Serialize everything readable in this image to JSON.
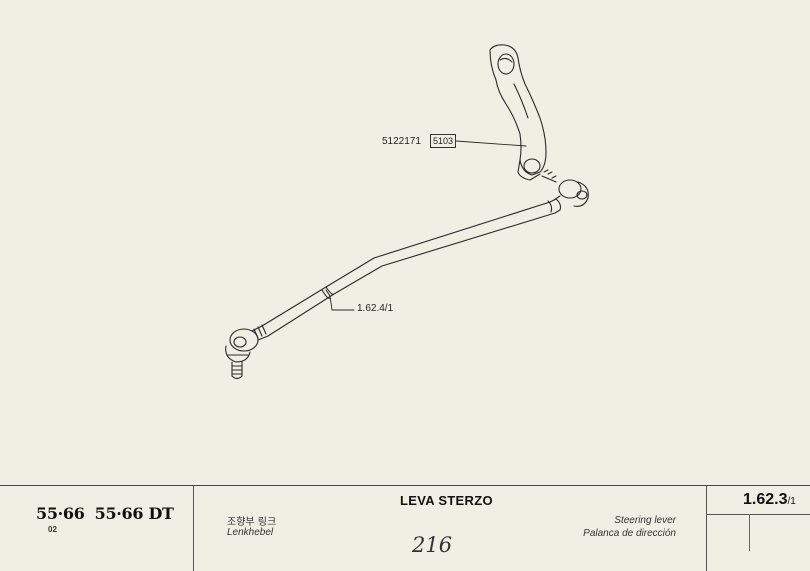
{
  "callouts": {
    "part_number": "5122171",
    "part_code": "5103",
    "ref_figure": "1.62.4/1"
  },
  "titleblock": {
    "model_primary": "55·66",
    "model_secondary": "55·66 DT",
    "variant": "02",
    "title_it": "LEVA STERZO",
    "title_ko": "조향부 링크",
    "title_de": "Lenkhebel",
    "title_en": "Steering lever",
    "title_es": "Palanca de dirección",
    "handwritten": "216",
    "page_number": "1.62.3",
    "page_suffix": "/1"
  }
}
